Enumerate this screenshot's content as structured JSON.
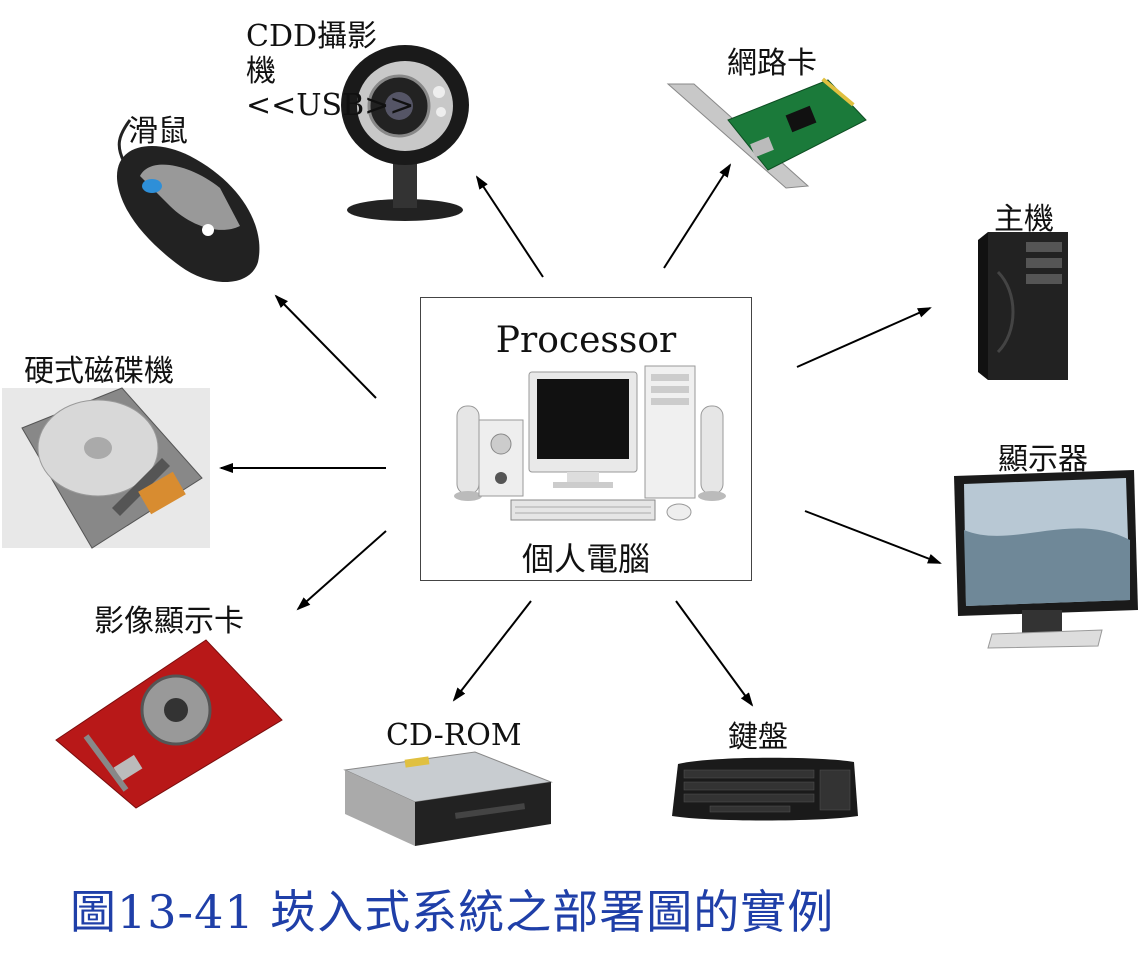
{
  "center": {
    "top_label": "Processor",
    "bottom_label": "個人電腦"
  },
  "devices": {
    "camera": "CDD攝影\n機\n<<USB>>",
    "mouse": "滑鼠",
    "network_card": "網路卡",
    "host": "主機",
    "hard_disk": "硬式磁碟機",
    "monitor": "顯示器",
    "video_card": "影像顯示卡",
    "cdrom": "CD-ROM",
    "keyboard": "鍵盤"
  },
  "caption": "圖13-41  崁入式系統之部署圖的實例",
  "colors": {
    "caption": "#1f3fa8",
    "arrow": "#000000",
    "box_border": "#444444"
  },
  "icons": [
    "camera-icon",
    "mouse-icon",
    "network-card-icon",
    "tower-pc-icon",
    "hard-disk-icon",
    "monitor-icon",
    "video-card-icon",
    "cdrom-drive-icon",
    "keyboard-icon",
    "desktop-pc-icon"
  ]
}
